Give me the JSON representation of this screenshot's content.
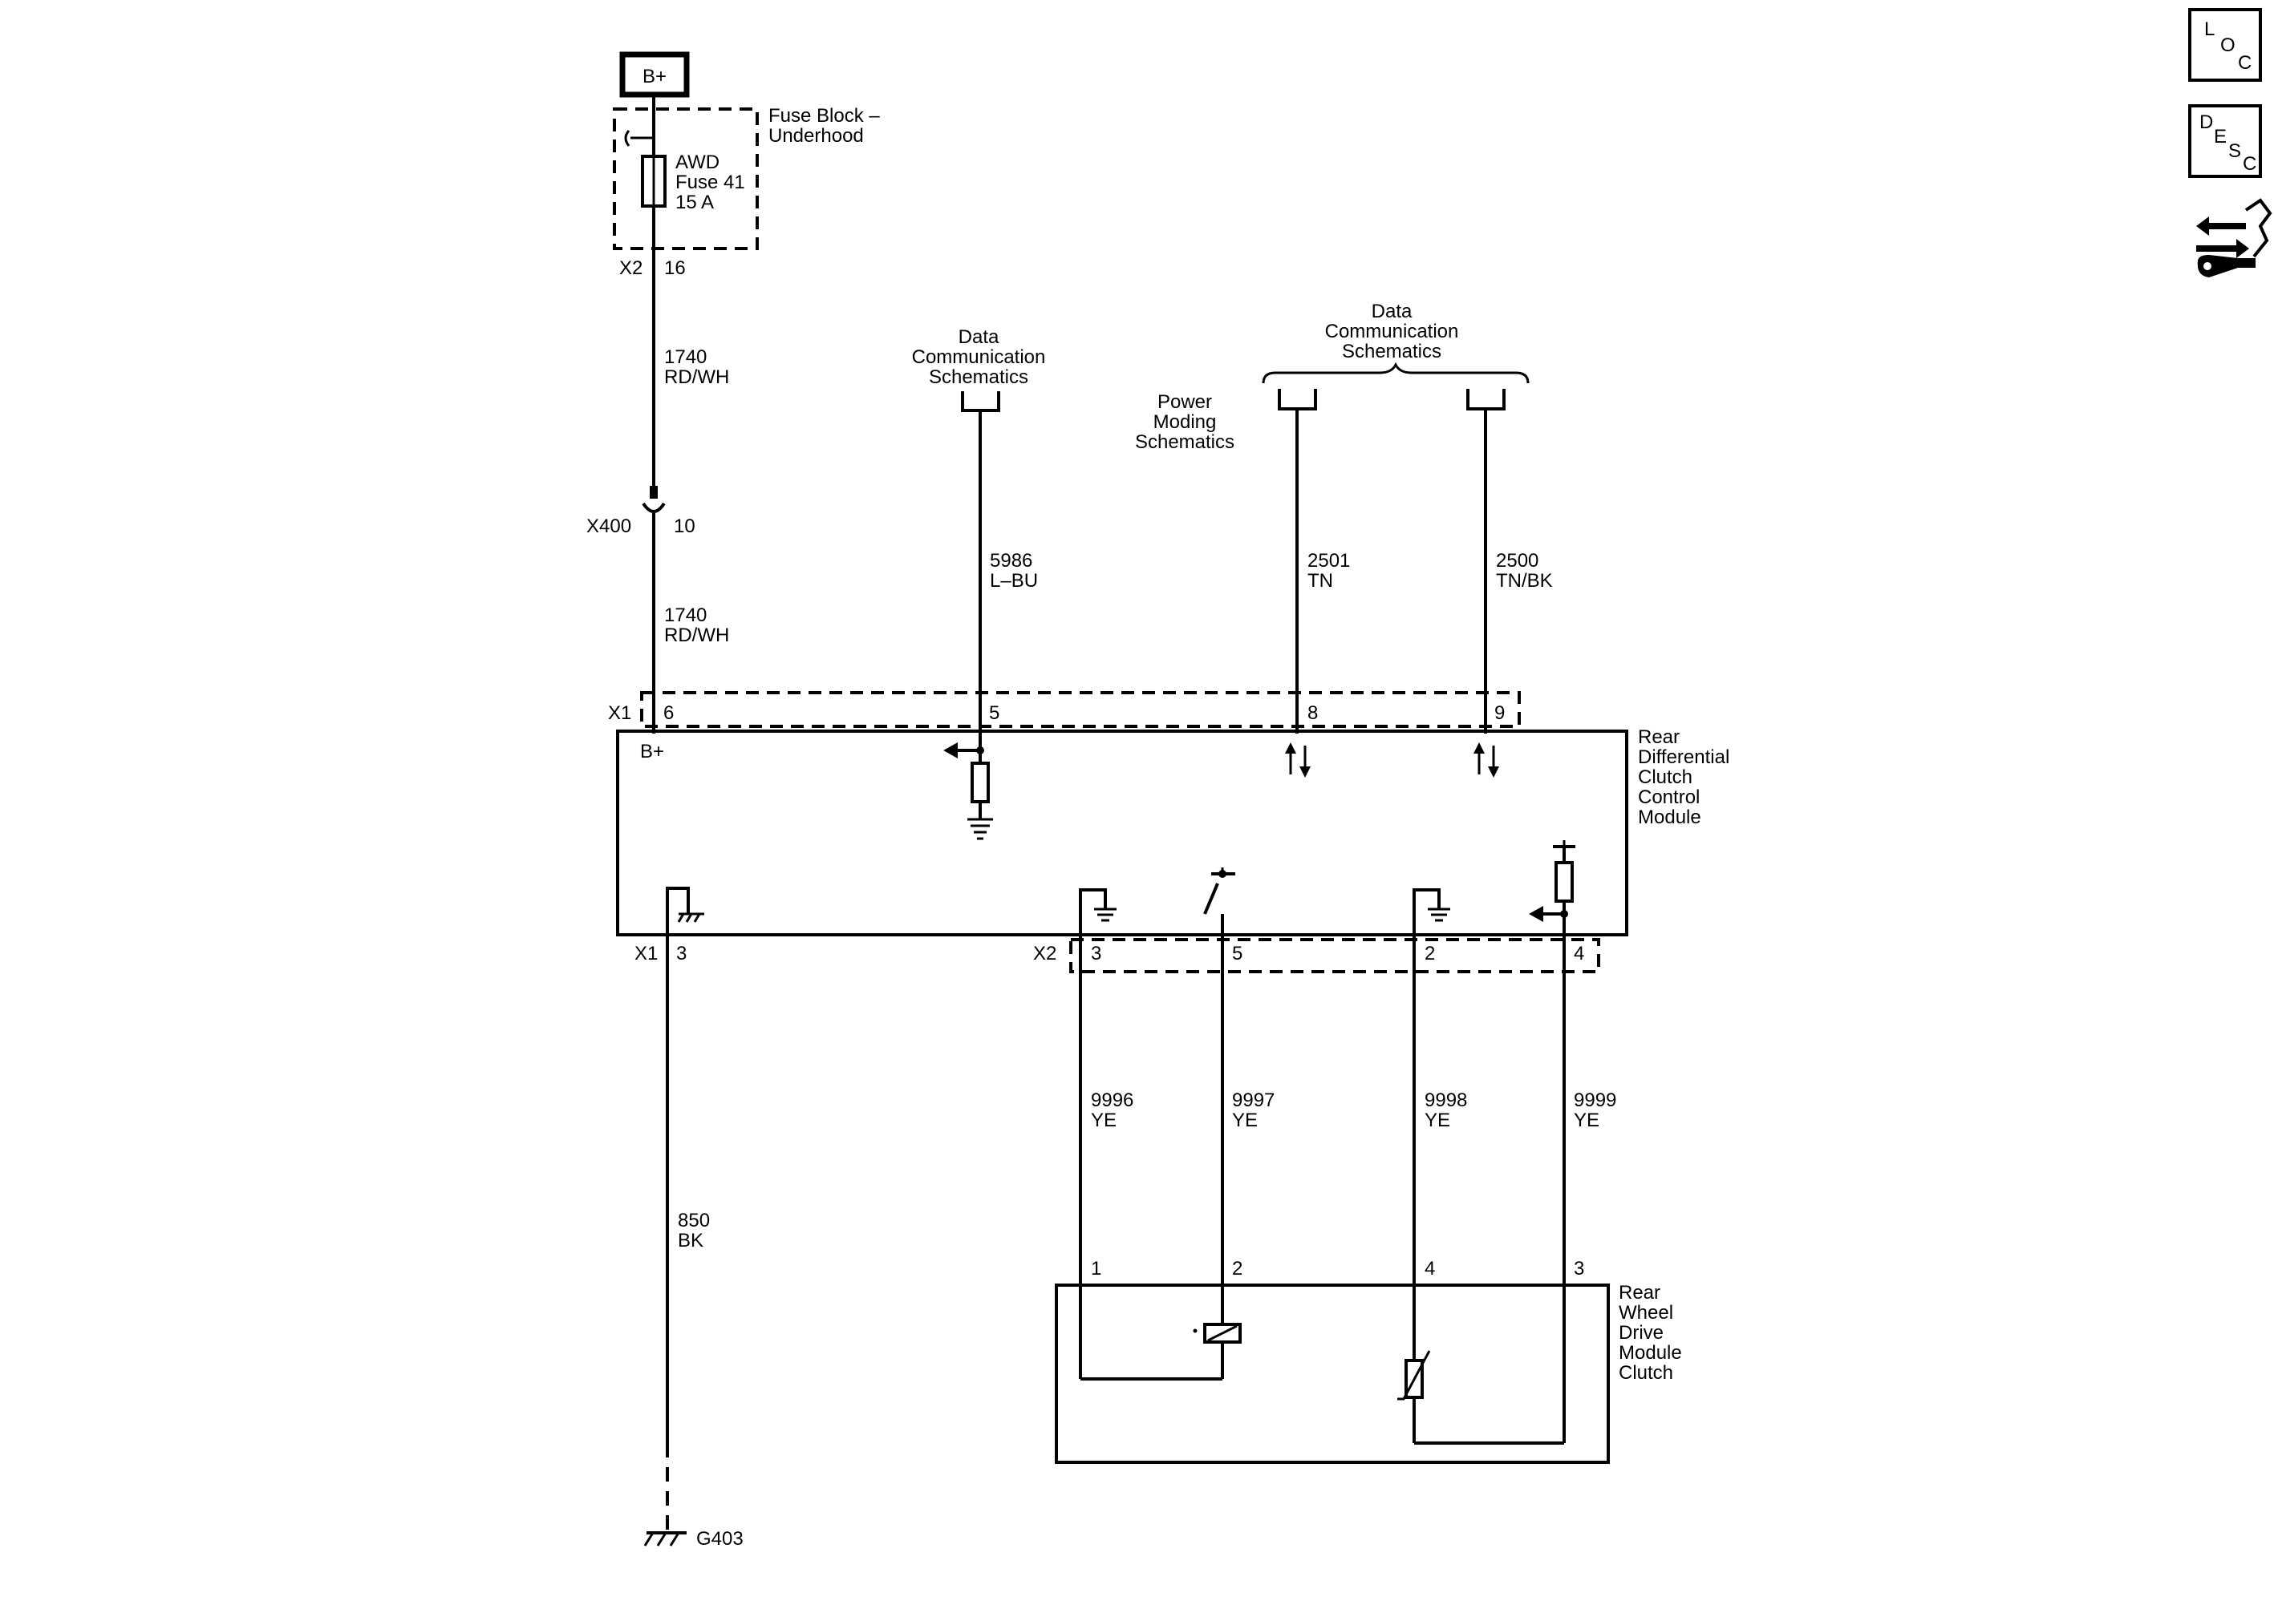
{
  "power_source": {
    "label": "B+"
  },
  "fuse_block": {
    "label_line1": "Fuse Block –",
    "label_line2": "Underhood"
  },
  "fuse": {
    "line1": "AWD",
    "line2": "Fuse 41",
    "line3": "15 A"
  },
  "fuse_terminal": {
    "connector": "X2",
    "pin": "16"
  },
  "wire_1740_upper": {
    "circuit": "1740",
    "color": "RD/WH"
  },
  "inline_connector": {
    "name": "X400",
    "pin": "10"
  },
  "wire_1740_lower": {
    "circuit": "1740",
    "color": "RD/WH"
  },
  "data_comm_left": {
    "line1": "Data",
    "line2": "Communication",
    "line3": "Schematics"
  },
  "data_comm_right": {
    "line1": "Data",
    "line2": "Communication",
    "line3": "Schematics"
  },
  "power_moding": {
    "line1": "Power",
    "line2": "Moding",
    "line3": "Schematics"
  },
  "wire_5986": {
    "circuit": "5986",
    "color": "L–BU"
  },
  "wire_2501": {
    "circuit": "2501",
    "color": "TN"
  },
  "wire_2500": {
    "circuit": "2500",
    "color": "TN/BK"
  },
  "module_x1_top": {
    "connector": "X1",
    "pins": [
      "6",
      "5",
      "8",
      "9"
    ]
  },
  "module_internal": {
    "bplus": "B+"
  },
  "rear_diff_module": {
    "line1": "Rear",
    "line2": "Differential",
    "line3": "Clutch",
    "line4": "Control",
    "line5": "Module"
  },
  "module_x1_bottom": {
    "connector": "X1",
    "pin": "3"
  },
  "module_x2_bottom": {
    "connector": "X2",
    "pins": [
      "3",
      "5",
      "2",
      "4"
    ]
  },
  "wire_9996": {
    "circuit": "9996",
    "color": "YE"
  },
  "wire_9997": {
    "circuit": "9997",
    "color": "YE"
  },
  "wire_9998": {
    "circuit": "9998",
    "color": "YE"
  },
  "wire_9999": {
    "circuit": "9999",
    "color": "YE"
  },
  "wire_850": {
    "circuit": "850",
    "color": "BK"
  },
  "clutch_pins": [
    "1",
    "2",
    "4",
    "3"
  ],
  "clutch_module": {
    "line1": "Rear",
    "line2": "Wheel",
    "line3": "Drive",
    "line4": "Module",
    "line5": "Clutch"
  },
  "ground": {
    "label": "G403"
  },
  "nav": {
    "loc": {
      "l1": "L",
      "l2": "O",
      "l3": "C"
    },
    "desc": {
      "l1": "D",
      "l2": "E",
      "l3": "S",
      "l4": "C"
    }
  }
}
